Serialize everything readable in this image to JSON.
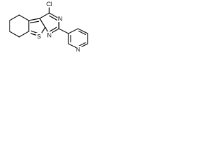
{
  "structure": {
    "atom_labels": {
      "chloro": "Cl",
      "n3": "N",
      "n1": "N",
      "sulfur": "S",
      "pyridine_n": "N"
    }
  }
}
